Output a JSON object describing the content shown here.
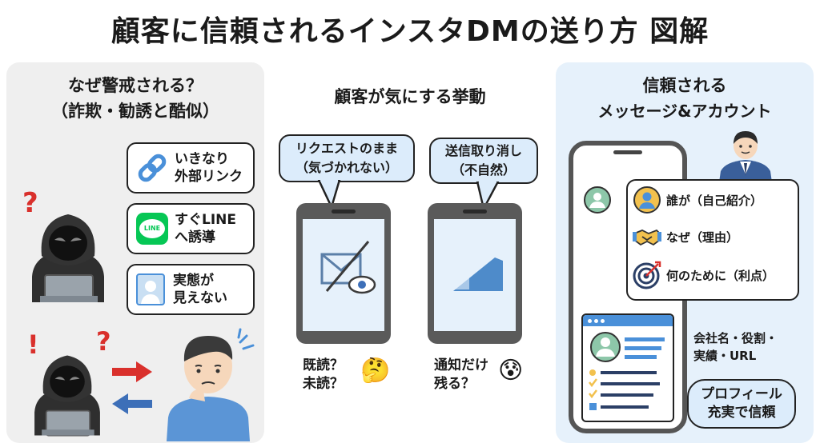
{
  "title": "顧客に信頼されるインスタDMの送り方 図解",
  "left": {
    "title_line1": "なぜ警戒される？",
    "title_line2": "（詐欺・勧誘と酷似）",
    "bubbles": [
      {
        "icon": "link-icon",
        "line1": "いきなり",
        "line2": "外部リンク"
      },
      {
        "icon": "line-app-icon",
        "line1": "すぐLINE",
        "line2": "へ誘導",
        "icon_text": "LINE"
      },
      {
        "icon": "blank-profile-icon",
        "line1": "実態が",
        "line2": "見えない"
      }
    ],
    "marks": {
      "question": "?",
      "exclamation": "!"
    }
  },
  "center": {
    "title": "顧客が気にする挙動",
    "bubble1_line1": "リクエストのまま",
    "bubble1_line2": "（気づかれない）",
    "bubble2_line1": "送信取り消し",
    "bubble2_line2": "（不自然）",
    "caption1_line1": "既読？",
    "caption1_line2": "未読？",
    "caption2_line1": "通知だけ",
    "caption2_line2": "残る？",
    "emoji1": "🤔",
    "emoji2": "😰"
  },
  "right": {
    "title_line1": "信頼される",
    "title_line2": "メッセージ&アカウント",
    "items": [
      {
        "icon": "user-icon",
        "label": "誰が（自己紹介）"
      },
      {
        "icon": "handshake-icon",
        "label": "なぜ（理由）"
      },
      {
        "icon": "target-icon",
        "label": "何のために（利点）"
      }
    ],
    "profile_line1": "会社名・役割・",
    "profile_line2": "実績・URL",
    "pill_line1": "プロフィール",
    "pill_line2": "充実で信頼"
  },
  "colors": {
    "accent_blue": "#4a90d9",
    "light_blue": "#dcecfb",
    "line_green": "#06c755",
    "warning_red": "#d9302c",
    "panel_gray": "#efefef",
    "panel_blue": "#e6f1fb"
  }
}
